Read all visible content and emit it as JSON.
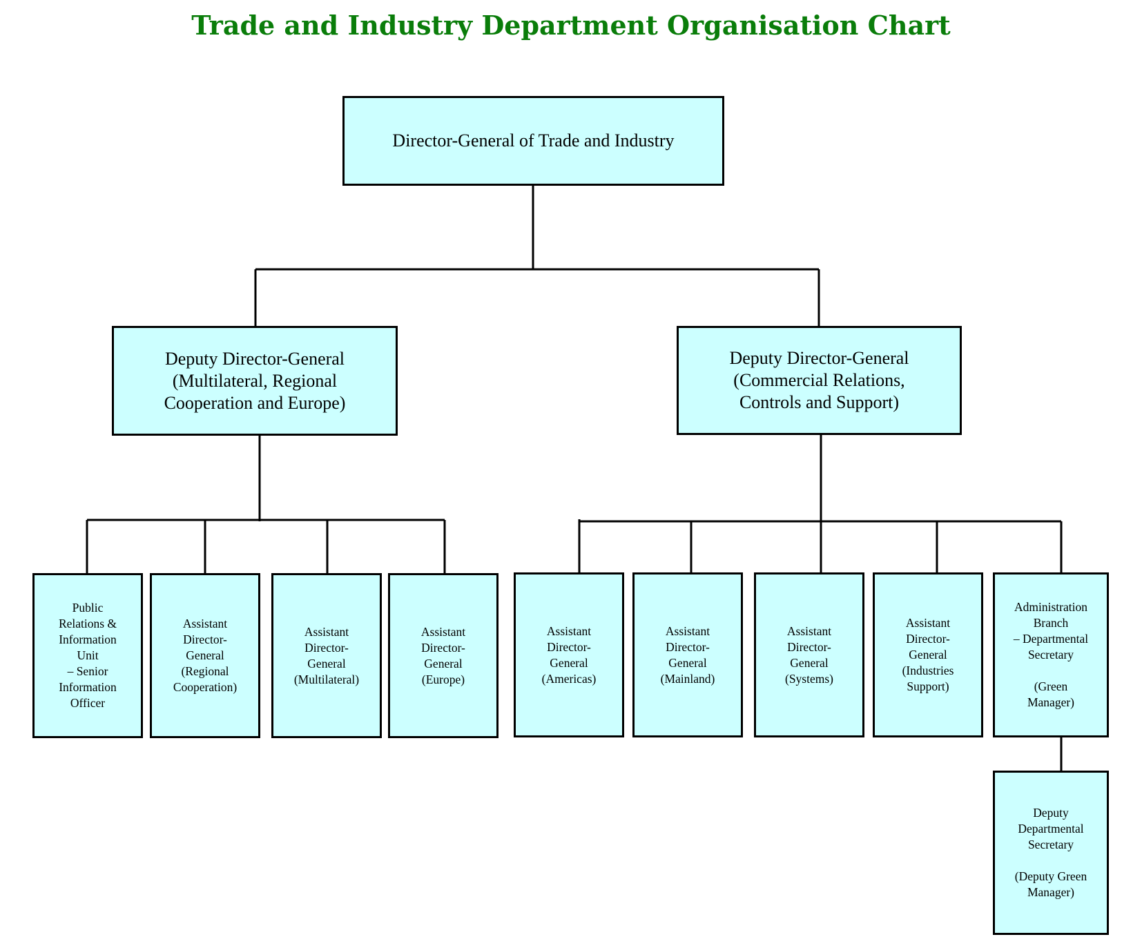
{
  "title": "Trade and Industry Department Organisation Chart",
  "colors": {
    "title": "#0a7d0a",
    "box_fill": "#ccffff",
    "border": "#000000"
  },
  "nodes": {
    "dg": "Director-General of Trade and Industry",
    "ddg_multilateral": "Deputy Director-General\n(Multilateral, Regional\nCooperation and Europe)",
    "ddg_commercial": "Deputy Director-General\n(Commercial Relations,\nControls and Support)",
    "pr_unit": "Public\nRelations &\nInformation\nUnit\n– Senior\nInformation\nOfficer",
    "adg_regional": "Assistant\nDirector-\nGeneral\n(Regional\nCooperation)",
    "adg_multilateral": "Assistant\nDirector-\nGeneral\n(Multilateral)",
    "adg_europe": "Assistant\nDirector-\nGeneral\n(Europe)",
    "adg_americas": "Assistant\nDirector-\nGeneral\n(Americas)",
    "adg_mainland": "Assistant\nDirector-\nGeneral\n(Mainland)",
    "adg_systems": "Assistant\nDirector-\nGeneral\n(Systems)",
    "adg_industries": "Assistant\nDirector-\nGeneral\n(Industries\nSupport)",
    "admin_branch": "Administration\nBranch\n– Departmental\nSecretary\n\n(Green\nManager)",
    "deputy_secretary": "Deputy\nDepartmental\nSecretary\n\n(Deputy Green\nManager)"
  }
}
